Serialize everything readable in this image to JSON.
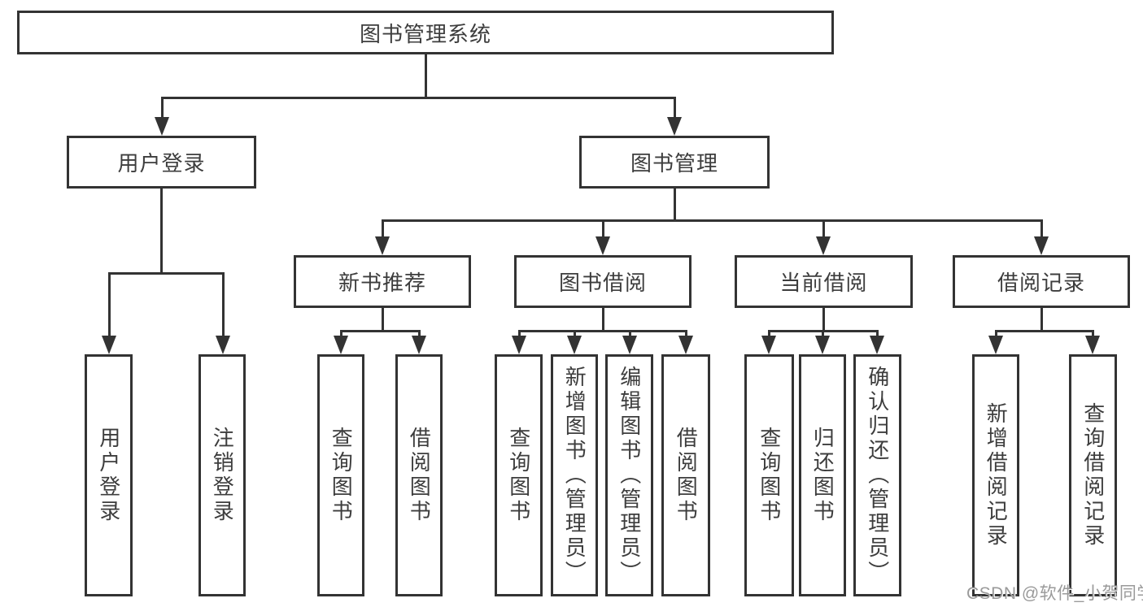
{
  "tree": {
    "root": {
      "label": "图书管理系统",
      "children": [
        {
          "label": "用户登录",
          "children": [
            {
              "label": "用户登录"
            },
            {
              "label": "注销登录"
            }
          ]
        },
        {
          "label": "图书管理",
          "children": [
            {
              "label": "新书推荐",
              "children": [
                {
                  "label": "查询图书"
                },
                {
                  "label": "借阅图书"
                }
              ]
            },
            {
              "label": "图书借阅",
              "children": [
                {
                  "label": "查询图书"
                },
                {
                  "label": "新增图书（管理员）"
                },
                {
                  "label": "编辑图书（管理员）"
                },
                {
                  "label": "借阅图书"
                }
              ]
            },
            {
              "label": "当前借阅",
              "children": [
                {
                  "label": "查询图书"
                },
                {
                  "label": "归还图书"
                },
                {
                  "label": "确认归还（管理员）"
                }
              ]
            },
            {
              "label": "借阅记录",
              "children": [
                {
                  "label": "新增借阅记录"
                },
                {
                  "label": "查询借阅记录"
                }
              ]
            }
          ]
        }
      ]
    }
  },
  "watermark": {
    "text": "CSDN @软件_小贺同学"
  },
  "colors": {
    "line": "#333333",
    "text": "#3d3d3d",
    "background": "#ffffff",
    "watermark": "#9a9a9a"
  }
}
